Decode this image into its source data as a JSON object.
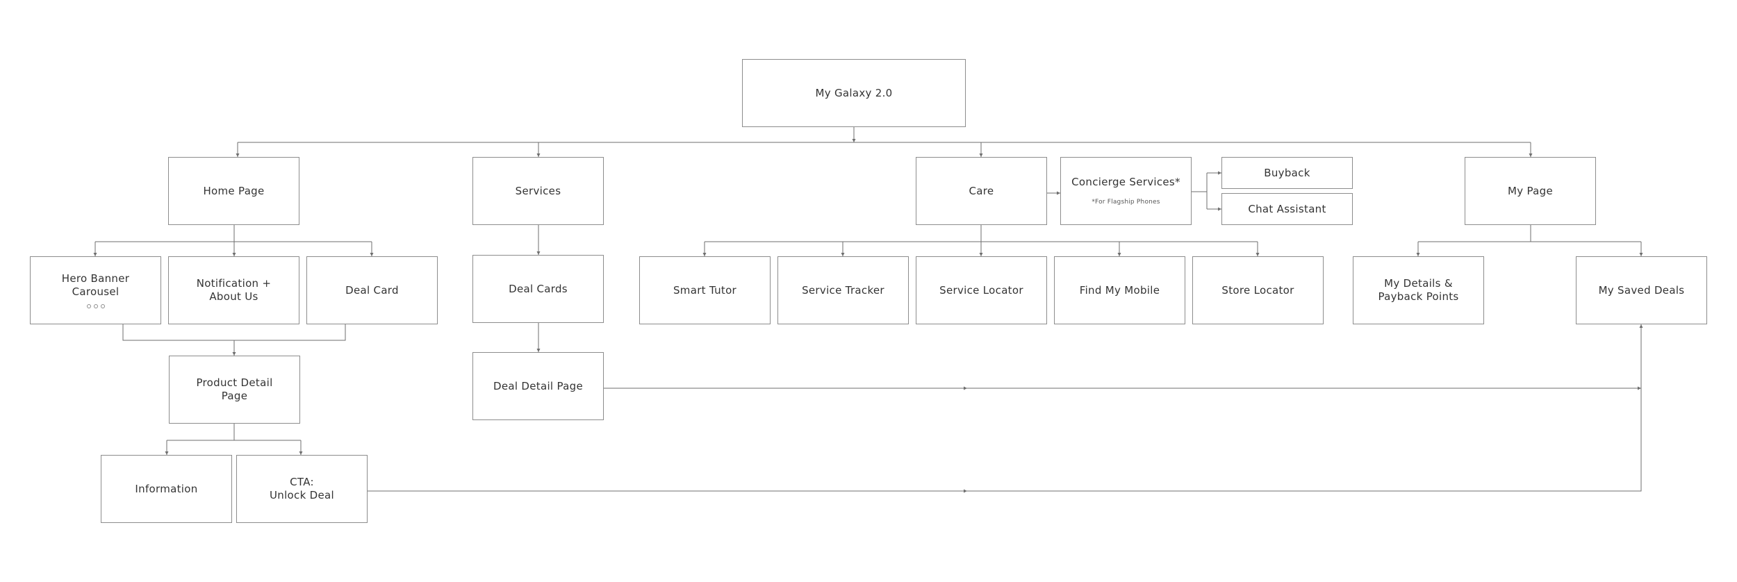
{
  "diagram": {
    "line_color": "#6e6e6e",
    "border_color": "#8c8c8c",
    "nodes": {
      "root": "My Galaxy 2.0",
      "home": "Home Page",
      "services": "Services",
      "care": "Care",
      "concierge": "Concierge Services*",
      "concierge_note": "*For Flagship Phones",
      "buyback": "Buyback",
      "chat": "Chat Assistant",
      "mypage": "My Page",
      "hero": "Hero Banner\nCarousel",
      "notif": "Notification +\nAbout Us",
      "dealcard": "Deal Card",
      "dealcards": "Deal Cards",
      "pdp": "Product Detail\nPage",
      "dealdetail": "Deal Detail Page",
      "info": "Information",
      "cta": "CTA:\nUnlock Deal",
      "tutor": "Smart Tutor",
      "tracker": "Service Tracker",
      "slocator": "Service Locator",
      "findmobile": "Find My Mobile",
      "storeloc": "Store Locator",
      "mydetails": "My Details &\nPayback Points",
      "saved": "My Saved Deals"
    },
    "carousel_indicator_count": 3
  }
}
